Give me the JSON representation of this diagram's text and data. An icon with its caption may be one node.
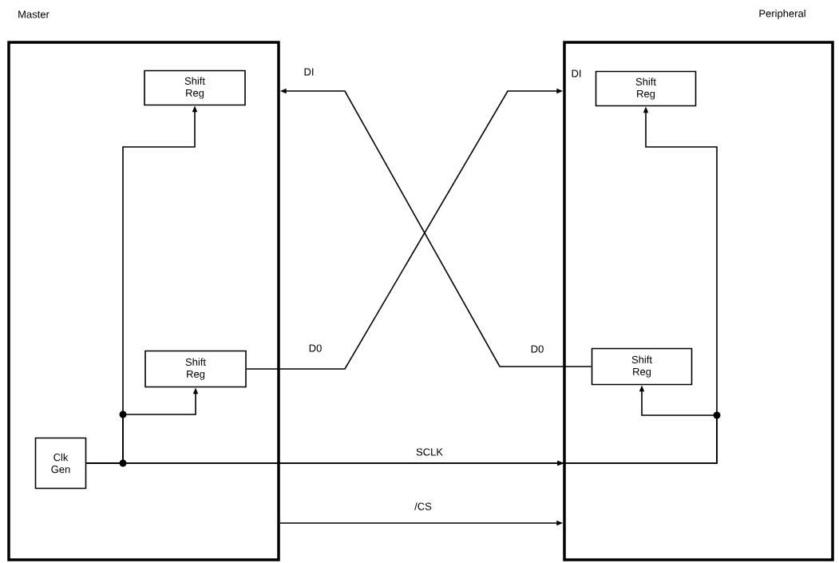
{
  "diagram": {
    "nodes": [
      {
        "text": [
          "Master"
        ]
      },
      {
        "text": [
          "Shift Reg"
        ],
        "in": 0
      },
      {
        "text": [
          "Shift Reg"
        ],
        "in": 0
      },
      {
        "text": [
          "Clk Gen"
        ],
        "in": 0
      },
      {
        "text": [
          "Peripheral"
        ]
      },
      {
        "text": [
          "Shift Reg"
        ],
        "in": 4
      },
      {
        "text": [
          "Shift Reg"
        ],
        "in": 4
      }
    ],
    "edges": [
      {
        "from": 3,
        "to": 1,
        "arrow": "to"
      },
      {
        "from": 3,
        "to": 2,
        "arrow": "to"
      },
      {
        "from": 3,
        "to": 5,
        "arrow": "to",
        "label": "SCLK"
      },
      {
        "from": 3,
        "to": 6,
        "arrow": "to"
      },
      {
        "from": 0,
        "to": 4,
        "arrow": "to",
        "label": "/CS"
      },
      {
        "from": 2,
        "to": 4,
        "arrow": "to"
      },
      {
        "from": 6,
        "to": 0,
        "arrow": "to"
      }
    ],
    "labels": [
      "DI",
      "DI",
      "D0",
      "D0"
    ]
  }
}
